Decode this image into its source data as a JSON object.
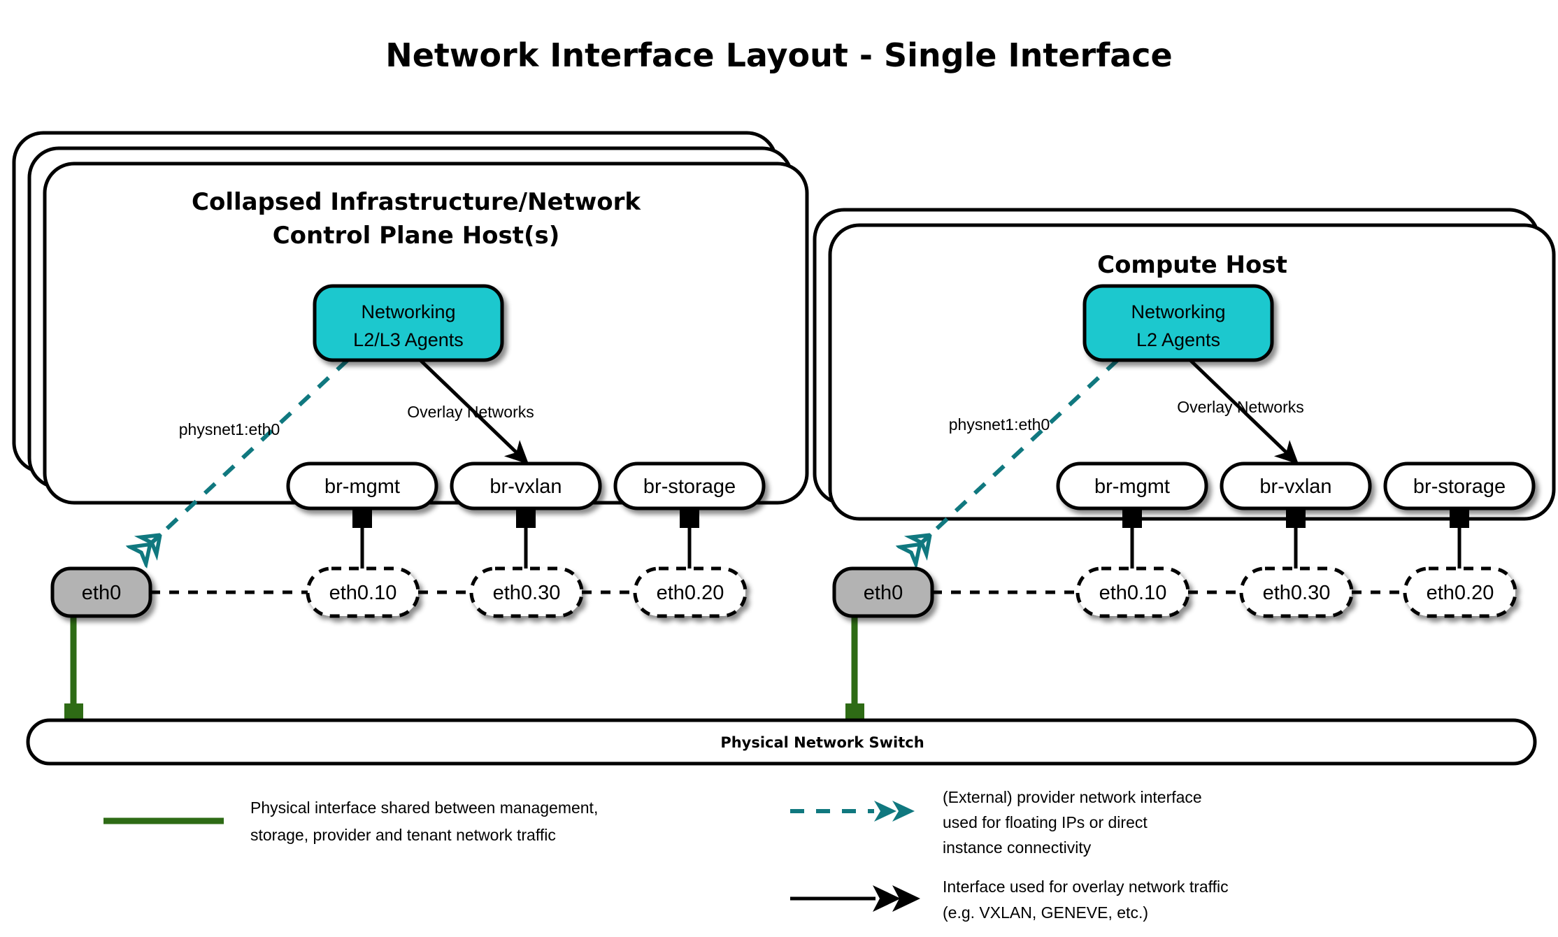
{
  "title": "Network Interface Layout - Single Interface",
  "hosts": [
    {
      "id": "control-plane",
      "title_line1": "Collapsed Infrastructure/Network",
      "title_line2": "Control Plane Host(s)",
      "stack_count": 3,
      "agent": {
        "line1": "Networking",
        "line2": "L2/L3 Agents"
      },
      "provider_label": "physnet1:eth0",
      "overlay_label": "Overlay Networks",
      "nic": "eth0",
      "bridges": [
        {
          "bridge": "br-mgmt",
          "vlan": "eth0.10"
        },
        {
          "bridge": "br-vxlan",
          "vlan": "eth0.30"
        },
        {
          "bridge": "br-storage",
          "vlan": "eth0.20"
        }
      ]
    },
    {
      "id": "compute",
      "title_line1": "Compute Host",
      "title_line2": "",
      "stack_count": 2,
      "agent": {
        "line1": "Networking",
        "line2": "L2 Agents"
      },
      "provider_label": "physnet1:eth0",
      "overlay_label": "Overlay Networks",
      "nic": "eth0",
      "bridges": [
        {
          "bridge": "br-mgmt",
          "vlan": "eth0.10"
        },
        {
          "bridge": "br-vxlan",
          "vlan": "eth0.30"
        },
        {
          "bridge": "br-storage",
          "vlan": "eth0.20"
        }
      ]
    }
  ],
  "switch": {
    "label": "Physical Network Switch"
  },
  "legend": [
    {
      "id": "physical-interface",
      "style": "solid-green-line",
      "lines": [
        "Physical interface shared between management,",
        "storage, provider and tenant network traffic"
      ]
    },
    {
      "id": "provider-interface",
      "style": "dashed-teal-arrow",
      "lines": [
        "(External) provider network interface",
        "used for floating IPs or direct",
        "instance connectivity"
      ]
    },
    {
      "id": "overlay-interface",
      "style": "solid-black-arrow",
      "lines": [
        "Interface used for overlay network traffic",
        "(e.g. VXLAN, GENEVE, etc.)"
      ]
    }
  ],
  "colors": {
    "agent_fill": "#1ec8ce",
    "nic_fill": "#b3b3b3",
    "teal": "#10787f",
    "green": "#2e6b15",
    "black": "#000000",
    "white": "#ffffff"
  }
}
